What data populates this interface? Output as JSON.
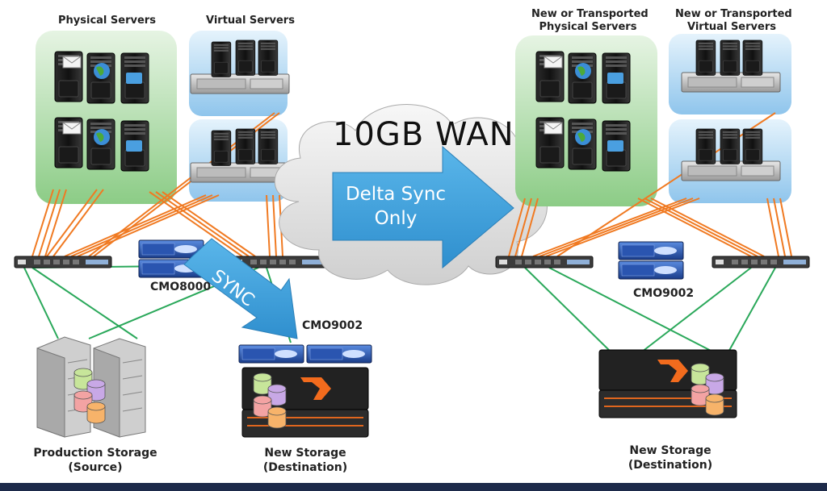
{
  "labels": {
    "physical_servers": "Physical Servers",
    "virtual_servers": "Virtual Servers",
    "new_physical_line1": "New or Transported",
    "new_physical_line2": "Physical Servers",
    "new_virtual_line1": "New or Transported",
    "new_virtual_line2": "Virtual Servers",
    "wan": "10GB WAN",
    "delta_line1": "Delta Sync",
    "delta_line2": "Only",
    "sync": "SYNC",
    "cmo_source": "CMO8000",
    "cmo_mid": "CMO9002",
    "cmo_dest": "CMO9002",
    "prod_storage_line1": "Production Storage",
    "prod_storage_line2": "(Source)",
    "new_storage_mid_line1": "New Storage",
    "new_storage_mid_line2": "(Destination)",
    "new_storage_right_line1": "New Storage",
    "new_storage_right_line2": "(Destination)"
  },
  "colors": {
    "physical_bg": "#9fd19a",
    "virtual_bg": "#a8d3f0",
    "fiber": "#f07a22",
    "ethernet": "#2aa85a",
    "arrow": "#3a9fd8",
    "footer": "#1d2a4a"
  },
  "icons": [
    "mail-icon",
    "globe-icon",
    "folder-icon",
    "database-icon",
    "cloud-icon"
  ]
}
